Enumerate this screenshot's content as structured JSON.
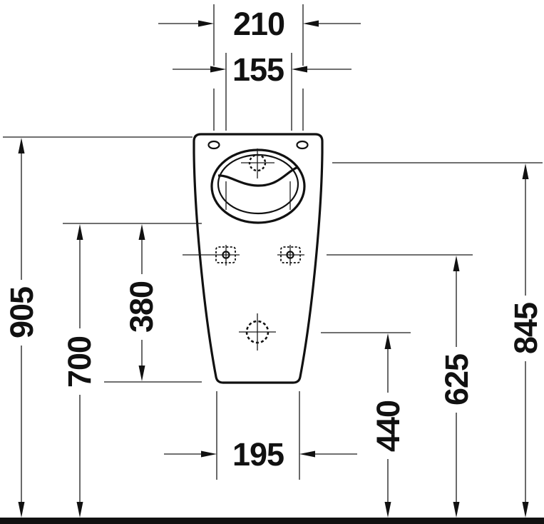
{
  "drawing": {
    "type": "technical-dimension-drawing",
    "subject": "wall-mounted urinal, front elevation",
    "colors": {
      "line": "#111111",
      "background": "#ffffff"
    },
    "dimensions": {
      "top_fixing_width": "210",
      "upper_inner_width": "155",
      "overall_height": "905",
      "rim_underside_height": "700",
      "rim_to_body_bottom": "380",
      "bottom_width": "195",
      "outlet_center_height": "440",
      "side_fixing_height": "625",
      "inlet_center_height": "845"
    }
  }
}
